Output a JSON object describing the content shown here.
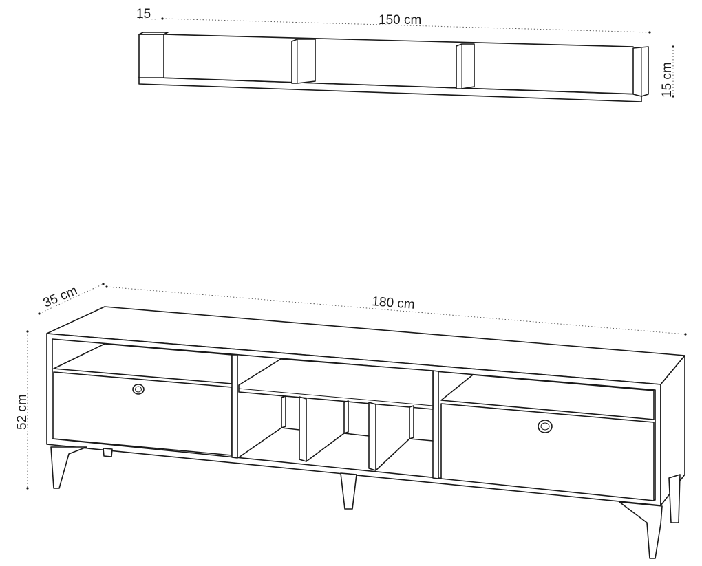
{
  "shelf": {
    "depth_label": "15",
    "width_label": "150 cm",
    "height_label": "15 cm"
  },
  "tv_unit": {
    "depth_label": "35 cm",
    "width_label": "180 cm",
    "height_label": "52 cm"
  },
  "colors": {
    "line": "#1a1a1a",
    "background": "#ffffff"
  }
}
